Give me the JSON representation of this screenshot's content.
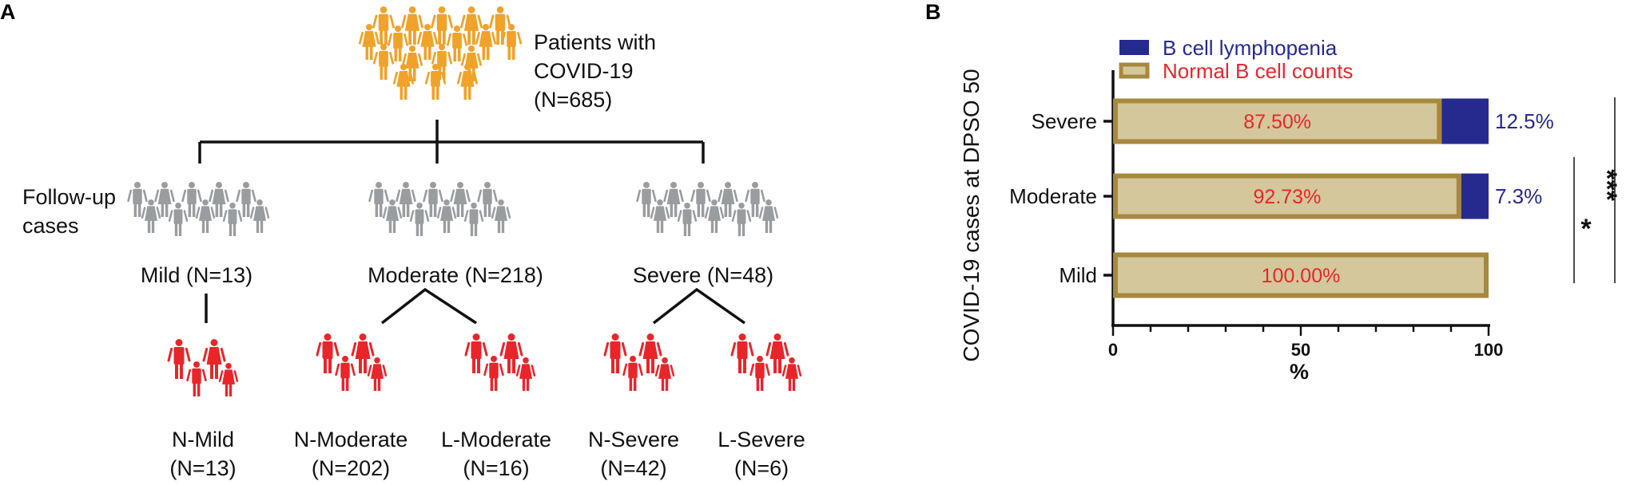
{
  "panel_a": {
    "label": "A",
    "root": {
      "lines": [
        "Patients with",
        "COVID-19",
        "(N=685)"
      ]
    },
    "followup_label": [
      "Follow-up",
      "cases"
    ],
    "groups": [
      {
        "label": "Mild (N=13)"
      },
      {
        "label": "Moderate (N=218)"
      },
      {
        "label": "Severe (N=48)"
      }
    ],
    "subgroups": [
      {
        "name": "N-Mild",
        "n": "(N=13)"
      },
      {
        "name": "N-Moderate",
        "n": "(N=202)"
      },
      {
        "name": "L-Moderate",
        "n": "(N=16)"
      },
      {
        "name": "N-Severe",
        "n": "(N=42)"
      },
      {
        "name": "L-Severe",
        "n": "(N=6)"
      }
    ],
    "colors": {
      "root": "#f0a22a",
      "group": "#999da0",
      "subgroup": "#e8262a"
    },
    "icons": {
      "root": "people-crowd-icon",
      "group": "people-group-icon",
      "subgroup": "people-family-icon"
    }
  },
  "panel_b": {
    "label": "B",
    "significance": [
      {
        "label": "***",
        "spans": [
          "Severe",
          "Mild"
        ]
      },
      {
        "label": "*",
        "spans": [
          "Moderate",
          "Mild"
        ]
      }
    ]
  },
  "chart_data": {
    "type": "bar",
    "orientation": "horizontal",
    "stacked": true,
    "categories": [
      "Severe",
      "Moderate",
      "Mild"
    ],
    "series": [
      {
        "name": "Normal B cell counts",
        "values": [
          87.5,
          92.73,
          100.0
        ],
        "labels": [
          "87.50%",
          "92.73%",
          "100.00%"
        ],
        "color": "#d4c79c",
        "border": "#a8883e",
        "label_color": "#e8262a"
      },
      {
        "name": "B cell lymphopenia",
        "values": [
          12.5,
          7.27,
          0
        ],
        "labels": [
          "12.5%",
          "7.3%",
          ""
        ],
        "color": "#262a8e",
        "label_color": "#262a8e"
      }
    ],
    "xlabel": "%",
    "ylabel": "COVID-19 cases at DPSO 50",
    "xlim": [
      0,
      100
    ],
    "xticks": [
      0,
      50,
      100
    ],
    "legend": "top"
  }
}
